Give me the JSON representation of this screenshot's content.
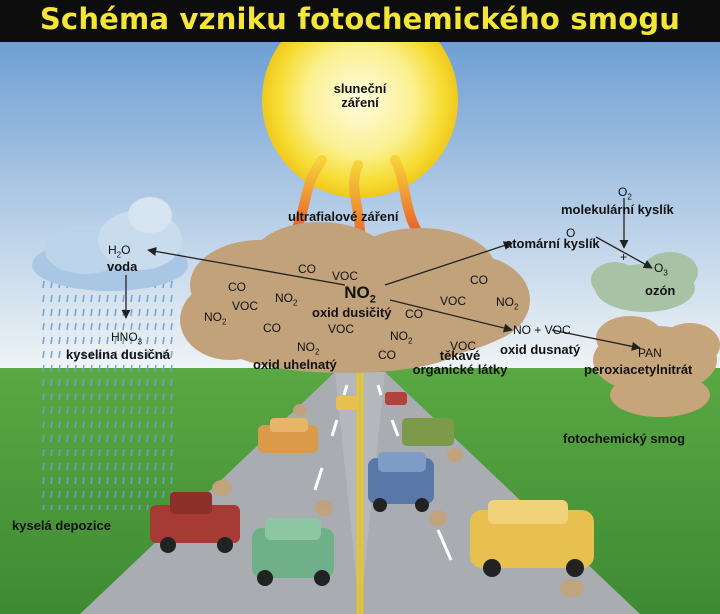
{
  "title": "Schéma vzniku fotochemického smogu",
  "sun": {
    "line1": "sluneční",
    "line2": "záření"
  },
  "uv_label": "ultrafialové záření",
  "no2": {
    "formula": "NO",
    "sub": "2",
    "name": "oxid dusičitý"
  },
  "cloud_labels": {
    "co": "CO",
    "voc": "VOC",
    "no2": "NO",
    "no2_sub": "2",
    "oxid_uhelnaty": "oxid uhelnatý",
    "tekave_1": "těkavé",
    "tekave_2": "organické látky"
  },
  "rain": {
    "h2o": "H",
    "h2o_sub": "2",
    "h2o_end": "O",
    "voda": "voda",
    "hno3": "HNO",
    "hno3_sub": "3",
    "kyselina": "kyselina dusičná",
    "deposition": "kyselá depozice"
  },
  "oxygen": {
    "o2": "O",
    "o2_sub": "2",
    "molecular": "molekulární kyslík",
    "o": "O",
    "atomic": "atomární kyslík",
    "plus": "+",
    "o3": "O",
    "o3_sub": "3",
    "ozone": "ozón"
  },
  "no_voc": {
    "formula": "NO + VOC",
    "name": "oxid dusnatý"
  },
  "pan": {
    "formula": "PAN",
    "name": "peroxiacetylnitrát"
  },
  "smog_label": "fotochemický smog",
  "colors": {
    "title_bg": "#0d0d0d",
    "title_text": "#f3e53a",
    "sky_top": "#7fa8d6",
    "sky_bottom": "#eef3f7",
    "grass": "#4f9a3c",
    "cloud": "#c2a27a",
    "sun": "#f7e03a",
    "arrow": "#e0502a"
  }
}
